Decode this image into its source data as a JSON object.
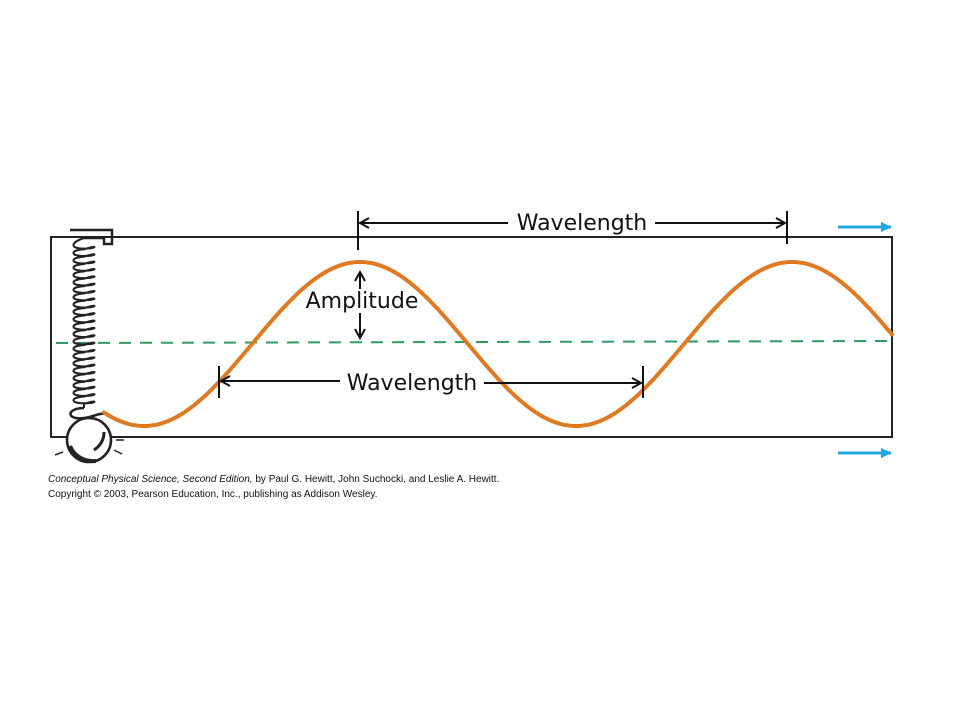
{
  "diagram": {
    "labels": {
      "wavelength_top": "Wavelength",
      "wavelength_middle": "Wavelength",
      "amplitude": "Amplitude"
    },
    "colors": {
      "wave": "#E07A22",
      "equilibrium_line": "#2E9B62",
      "direction_arrows": "#1EA8E0",
      "outline": "#222222"
    },
    "icons": [
      "spring-icon",
      "mass-ball-icon",
      "direction-arrow-icon"
    ]
  },
  "credits": {
    "book_title": "Conceptual Physical Science, Second Edition,",
    "authors": " by Paul G. Hewitt, John Suchocki, and Leslie A. Hewitt.",
    "copyright": "Copyright © 2003, Pearson Education, Inc., publishing as Addison Wesley."
  }
}
